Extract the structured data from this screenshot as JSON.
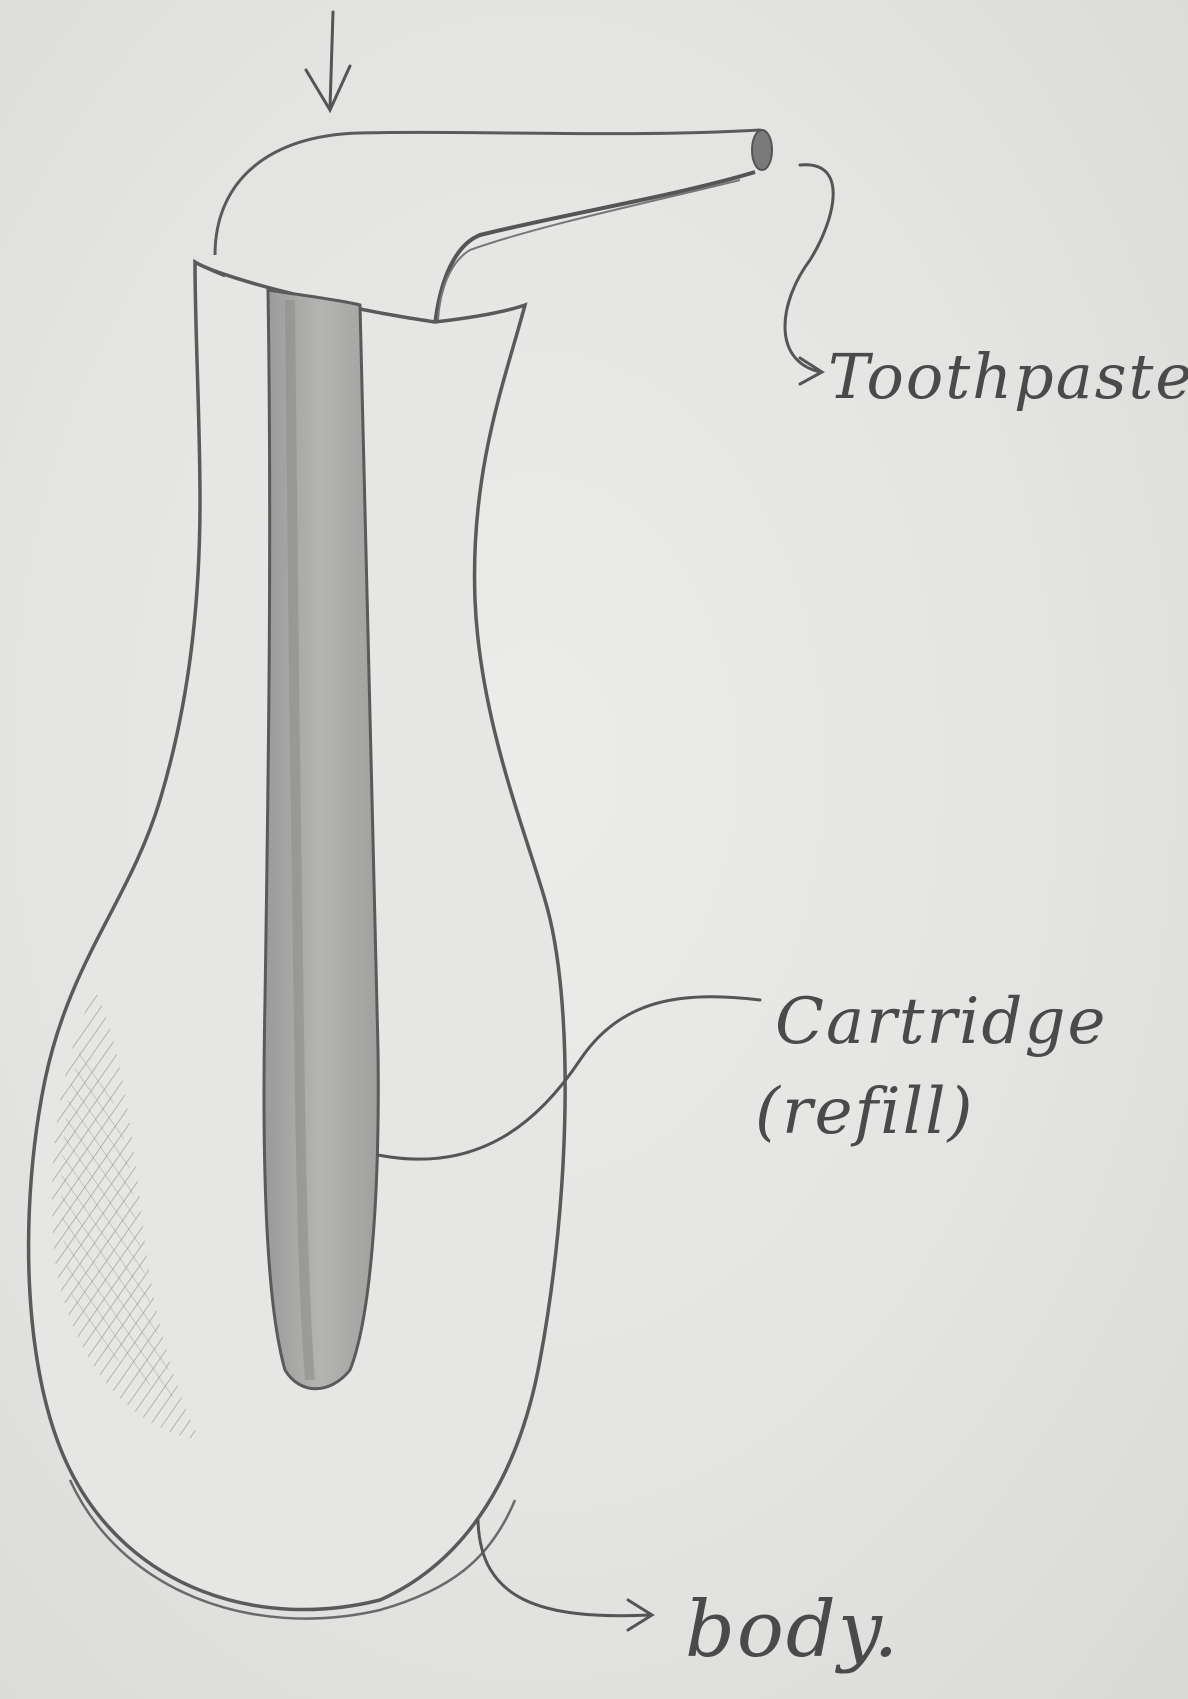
{
  "diagram": {
    "labels": {
      "toothpaste": "Toothpaste",
      "cartridge": "Cartridge",
      "refill": "(refill)",
      "body": "body."
    },
    "colors": {
      "paper": "#e4e4e2",
      "pencil": "#5a5a5a",
      "shading": "#8a8a8a"
    }
  }
}
